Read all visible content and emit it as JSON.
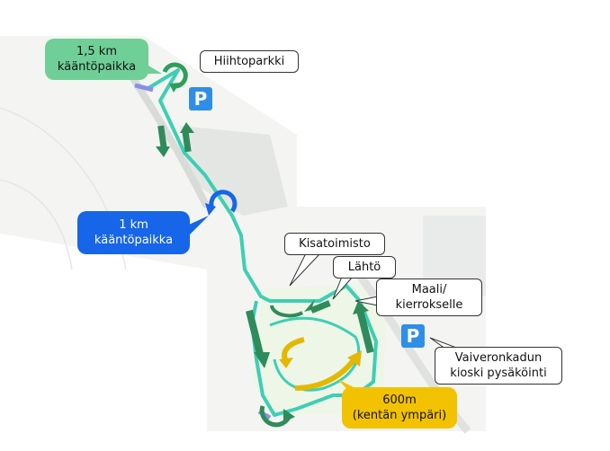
{
  "labels": {
    "turn_1_5km": {
      "line1": "1,5 km",
      "line2": "kääntöpaikka"
    },
    "turn_1km": {
      "line1": "1 km",
      "line2": "kääntöpaikka"
    },
    "hiihtoparkki": "Hiihtoparkki",
    "kisatoimisto": "Kisatoimisto",
    "lahto": "Lähtö",
    "maali": {
      "line1": "Maali/",
      "line2": "kierrokselle"
    },
    "kiosk": {
      "line1": "Vaiveronkadun",
      "line2": "kioski pysäköinti"
    },
    "loop": {
      "line1": "600m",
      "line2": "(kentän ympäri)"
    }
  },
  "parking_symbol": "P",
  "colors": {
    "route": "#3ccfb3",
    "arrow_green": "#2e8b5a",
    "turn_green": "#2f9e5b",
    "turn_blue": "#1765e8",
    "callout_green": "#6fcf97",
    "callout_blue": "#1765e8",
    "callout_yellow": "#f2c200",
    "parking": "#2f8ee8",
    "loop_arrow": "#e5b800"
  },
  "icons": [
    "parking-icon",
    "u-turn-icon",
    "direction-arrow-icon",
    "loop-arrow-icon"
  ]
}
